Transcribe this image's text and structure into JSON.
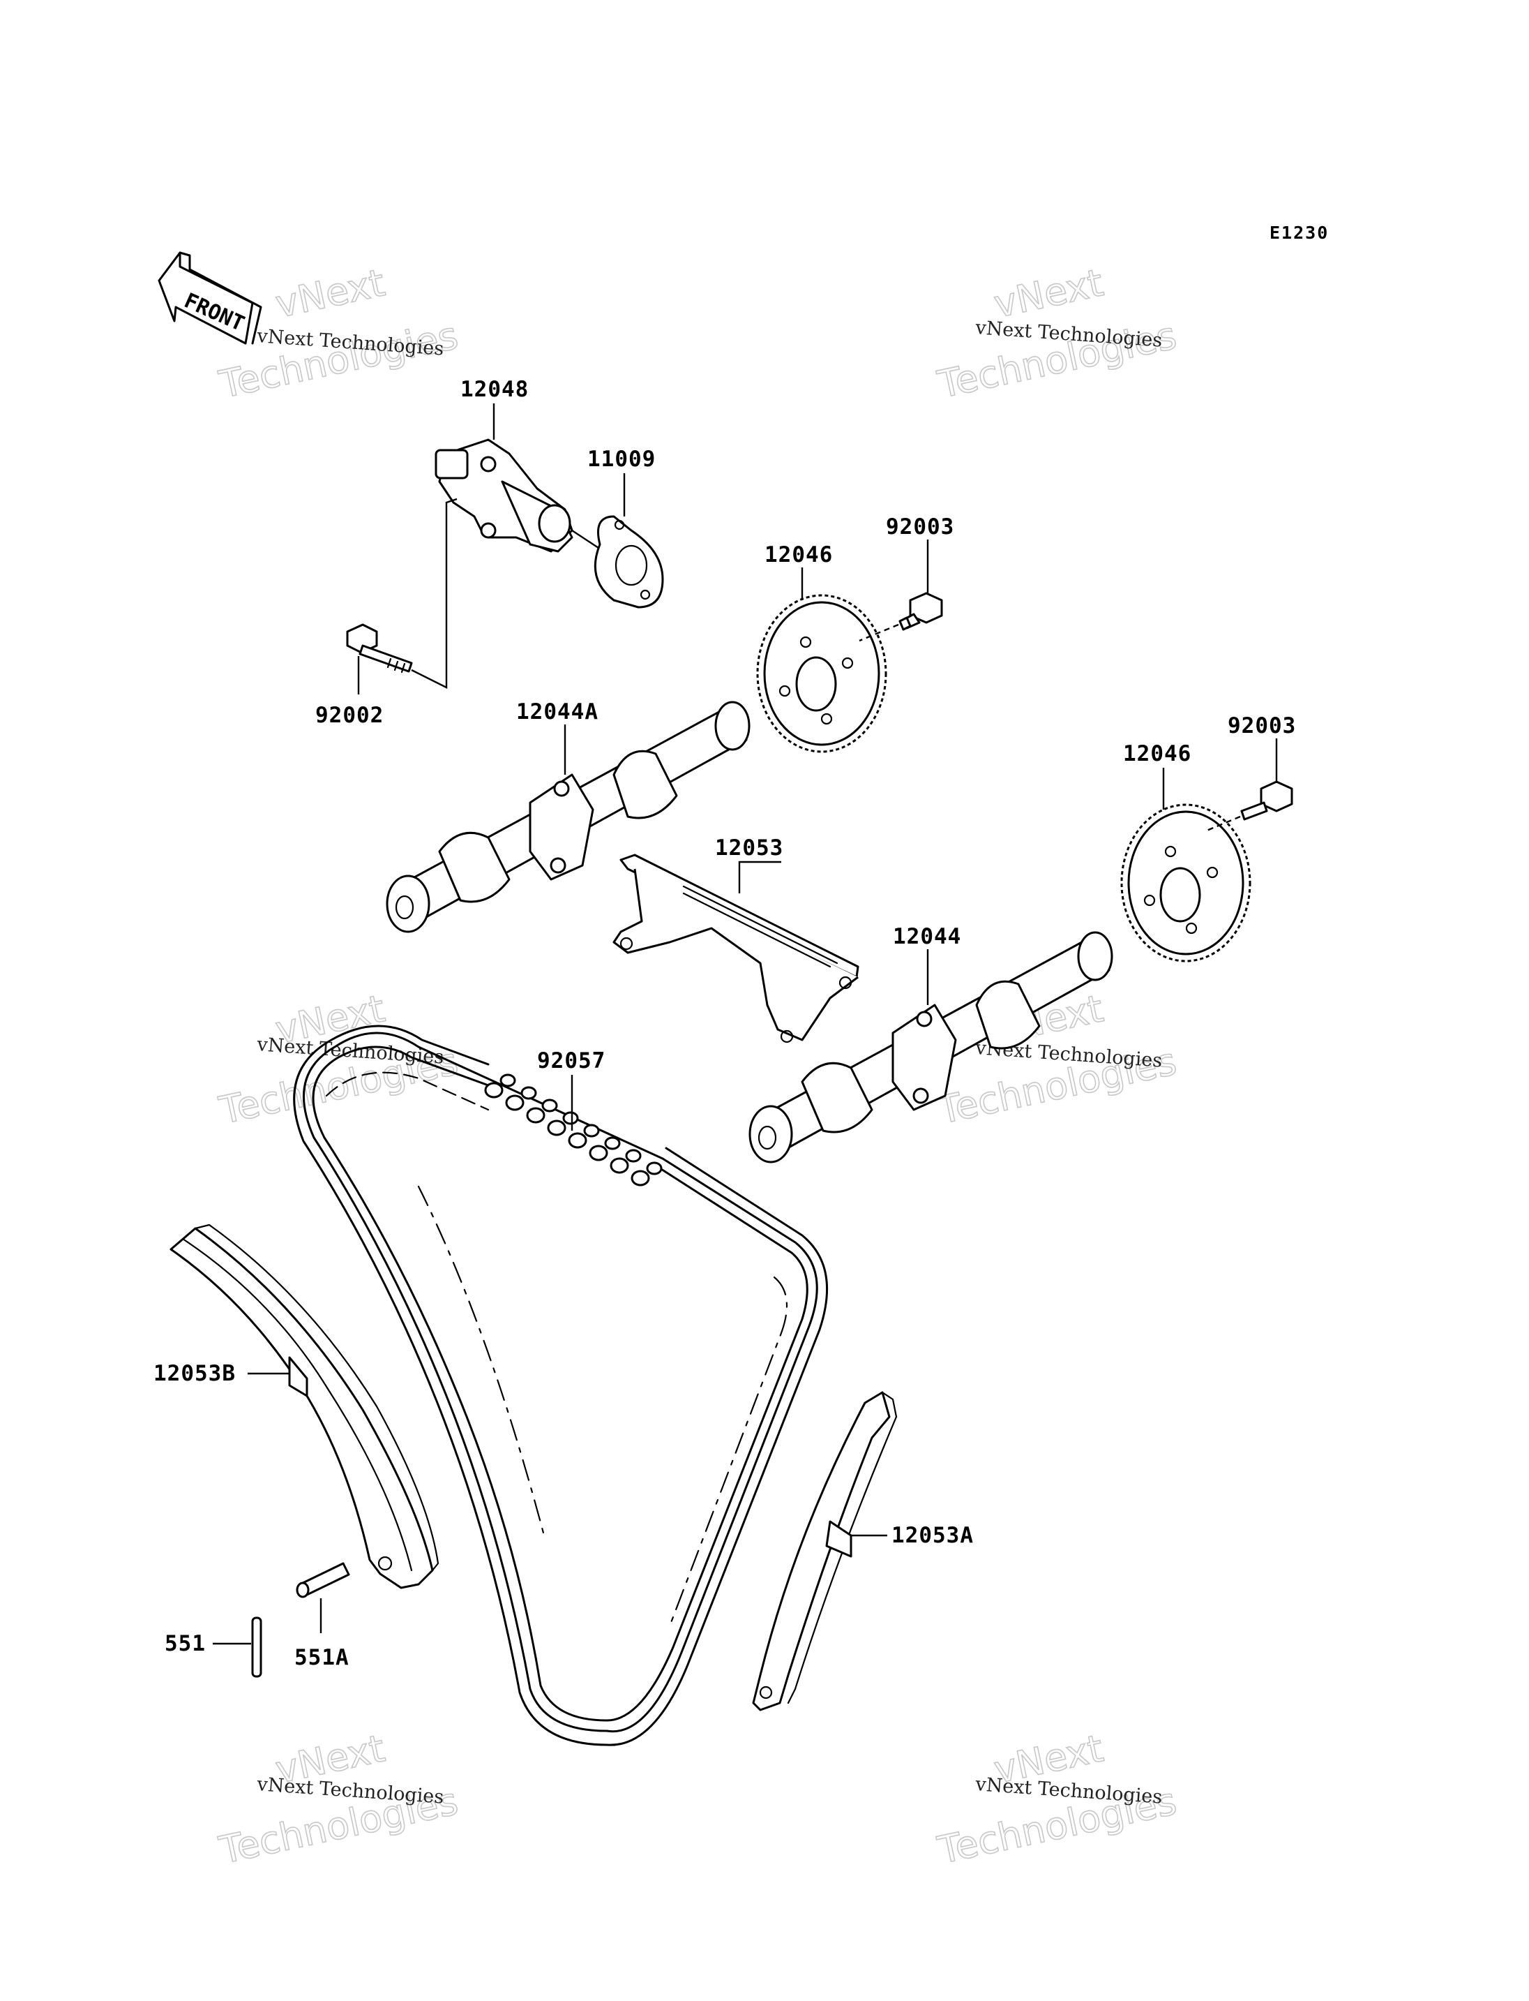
{
  "diagram_code": "E1230",
  "front_label": "FRONT",
  "watermark": {
    "line1": "vNext Technologies",
    "line2": "vNext",
    "line3": "Technologies"
  },
  "parts": {
    "p12048": "12048",
    "p11009": "11009",
    "p92002": "92002",
    "p12046_top": "12046",
    "p92003_top": "92003",
    "p12044A": "12044A",
    "p12046_right": "12046",
    "p92003_right": "92003",
    "p12053": "12053",
    "p12044": "12044",
    "p92057": "92057",
    "p12053B": "12053B",
    "p12053A": "12053A",
    "p551": "551",
    "p551A": "551A"
  }
}
